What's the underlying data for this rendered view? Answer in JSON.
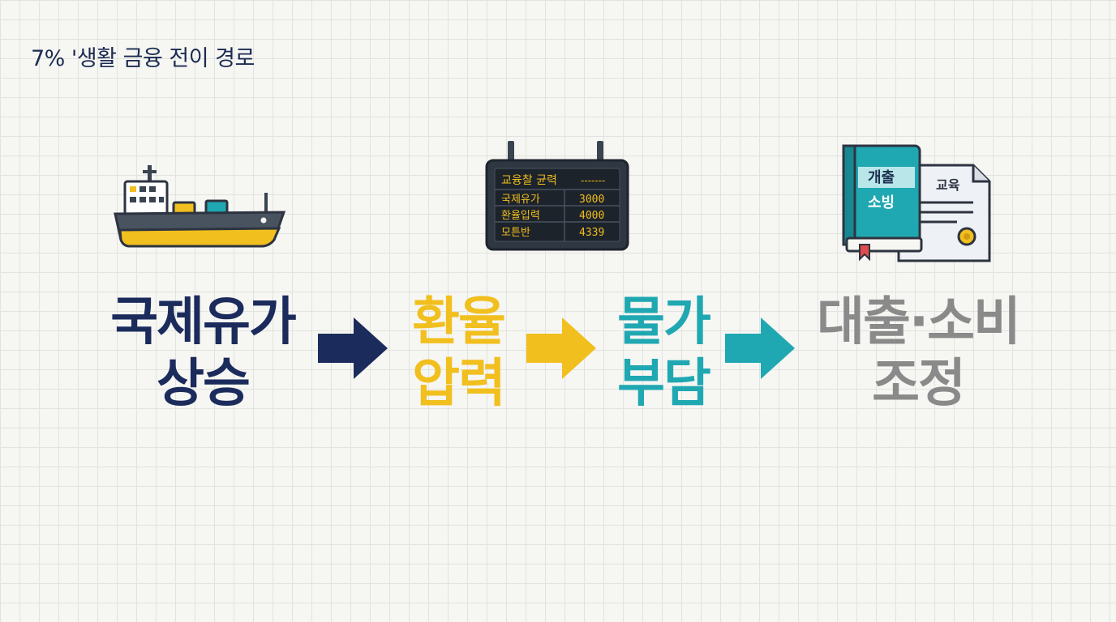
{
  "header": {
    "title": "7% '생활 금융 전이 경로"
  },
  "steps": [
    {
      "line1": "국제유가",
      "line2": "상승",
      "color": "#1b2b5c"
    },
    {
      "line1": "환율",
      "line2": "압력",
      "color": "#f1bf1e"
    },
    {
      "line1": "물가",
      "line2": "부담",
      "color": "#1fa8b2"
    },
    {
      "line1": "대출·소비",
      "line2": "조정",
      "color": "#8a8a8a"
    }
  ],
  "board": {
    "header": "교융찰 균력",
    "header_dash": "-------",
    "rows": [
      {
        "label": "국제유가",
        "value": "3000"
      },
      {
        "label": "환율입력",
        "value": "4000"
      },
      {
        "label": "모튼반",
        "value": "4339"
      }
    ]
  },
  "book": {
    "line1": "개출",
    "line2": "소빙"
  },
  "certificate": {
    "label": "교육"
  },
  "icons": [
    "tanker-ship-icon",
    "exchange-board-icon",
    "book-certificate-icon",
    "arrow-right-icon"
  ]
}
